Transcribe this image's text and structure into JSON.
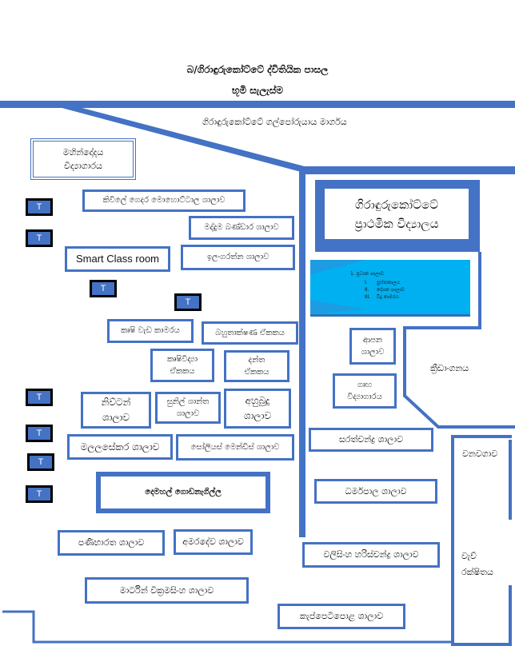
{
  "header": {
    "title": "බ/ගිරාඳුරුකෝට්ටේ ද්විතියික පාසල",
    "subtitle": "භූමි සැලැස්ම"
  },
  "road_label": "ගිරාඳුරුකෝට්ටේ ගල්පෝරුයාය මාර්ගය",
  "colors": {
    "accent": "#4472c4",
    "inset": "#00b0f0",
    "badge_border": "#000000"
  },
  "buildings": {
    "mahindodaya": "මහින්දෝදය\nවිද්‍යාගාරය",
    "kiwilegedara": "කිවිලේ ගෙදර මොහොට්ටාල  ශාලාව",
    "maddumabandara": "මද්දුම බණ්ඩාර ශාලාව",
    "smartclass": "Smart Class room",
    "ilangaratna": "ඉලංගරත්න ශාලාව",
    "primary_school": "ගිරාඳුරුකෝට්ටේ\nප්‍රාථමික විද්‍යාලය",
    "krushi_wada": "කෘෂි වැඩ කාමරය",
    "bahuthakshana": "බහුතාක්ෂණ ඒකකය",
    "krushividya": "කෘෂිවිද්‍යා\nඒකකය",
    "danta": "දන්ත\nඒකකය",
    "nivtan": "නිව්ටන්\nශාලාව",
    "sunil_shantha": "සුනිල් ශාන්ත\nශාලාව",
    "ahubudu": "අහුබුදු\nශාලාව",
    "malalasekara": "මලලසේකර ශාලාව",
    "soliyas": "සෝලියස් මෙන්ඩිස් ශාලාව",
    "demahal": "දෙමහල් ගොඩනැගිල්ල",
    "panibharatha": "පණිභාරත   ශාලාව",
    "amaradeva": "අමරදේව ශාලාව",
    "martin": "මාර්ටින් වික්‍රමසිංහ  ශාලාව",
    "apana": "ආපන\nශාලාව",
    "gruha": "ගෘහ\nවිද්‍යාගාරය",
    "sarachchandra": "සරත්චන්ද්‍ර    ශාලාව",
    "dharmapala": "ධර්මපාල   ශාලාව",
    "walisinghe": "වලිසිංහ හරිස්චන්ද්‍ර  ශාලාව",
    "keppetipola": "කැප්පෙටිපොළ ශාලාව"
  },
  "areas": {
    "playground": "ක්‍රීඩාංගනය",
    "forest": "වනවගාව",
    "reservation": "වැව්\nරක්ෂිතය"
  },
  "inset_list": {
    "main": "1.   ප්‍රධාන ශාලාව",
    "items": [
      "I.      පුස්තකාලය",
      "II.     දේශන ශාලාව",
      "III.    විදු කාමරය"
    ]
  },
  "badge_label": "T"
}
